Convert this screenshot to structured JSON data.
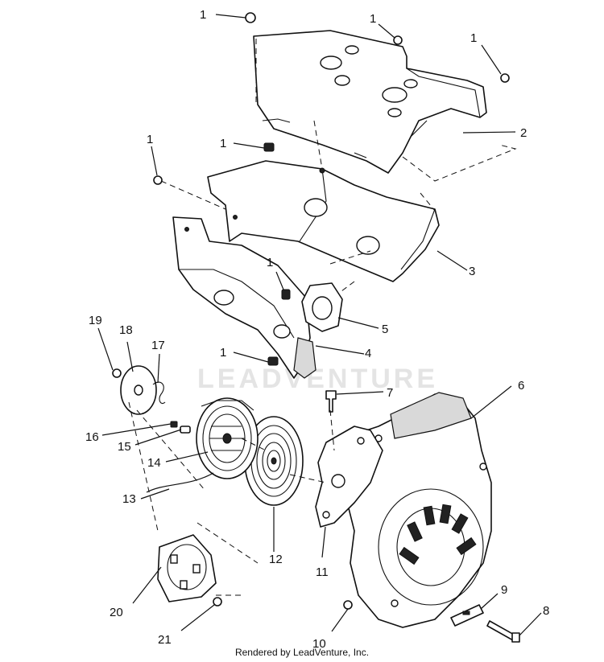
{
  "watermark": "LEADVENTURE",
  "footer": "Rendered by LeadVenture, Inc.",
  "callouts": [
    "1",
    "1",
    "1",
    "1",
    "1",
    "1",
    "1",
    "1",
    "2",
    "3",
    "4",
    "5",
    "6",
    "7",
    "8",
    "9",
    "10",
    "11",
    "12",
    "13",
    "14",
    "15",
    "16",
    "17",
    "18",
    "19",
    "20",
    "21"
  ]
}
